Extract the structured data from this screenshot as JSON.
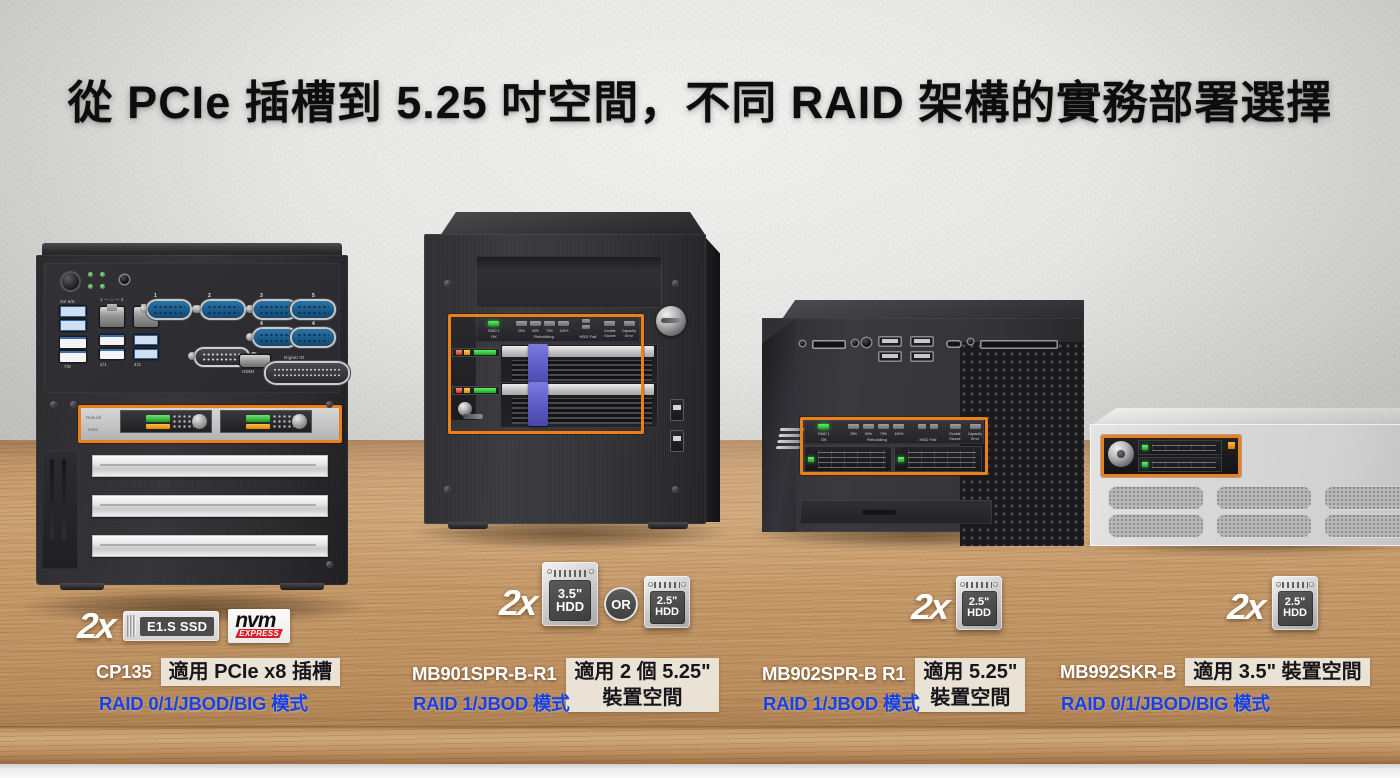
{
  "title": "從 PCIe 插槽到 5.25 吋空間，不同 RAID 架構的實務部署選擇",
  "colors": {
    "accent_orange": "#EC8018",
    "raid_blue": "#1542E6",
    "wood": "#C49A6C",
    "wall": "#E6E6E4",
    "nvme_red": "#D81F26"
  },
  "status_panel": {
    "raid_ok_top": "RAID 1",
    "raid_ok_bottom": "OK",
    "rebuild_ticks": [
      "25%",
      "50%",
      "75%",
      "100%"
    ],
    "rebuild_label": "Rebuilding",
    "hdd_fail_top": "HDD Fail",
    "double_source_l1": "Double",
    "double_source_l2": "Source",
    "capacity_error_l1": "Capacity",
    "capacity_error_l2": "Error"
  },
  "cp135_module": {
    "label_rebuild": "Rebuild",
    "label_mute": "Mute"
  },
  "ipc_ports": {
    "usb_group_1": "SS 6/5",
    "usb_group_2": "7/8",
    "usb_group_3": "2/1",
    "usb_group_4": "4/3",
    "lan_label": "1 — ⌂ — 2",
    "com_1": "1",
    "com_2": "2",
    "com_3": "3",
    "com_5": "5",
    "com_4a": "4",
    "com_4b": "4",
    "hdmi_label": "HDMI",
    "dio_label": "Digital IO"
  },
  "products": [
    {
      "id": "cp135",
      "qty": "2x",
      "drive_badge_type": "e1s-ssd",
      "e1s_label": "E1.S SSD",
      "nvme_top": "nvm",
      "nvme_bottom": "EXPRESS",
      "model": "CP135",
      "fit_chip": "適用 PCIe x8 插槽",
      "fit_chip_line2": "",
      "raid_mode": "RAID 0/1/JBOD/BIG 模式"
    },
    {
      "id": "mb901spr",
      "qty": "2x",
      "drive_badge_type": "hdd-or-hdd",
      "hdd_a_size": "3.5\"",
      "hdd_a_kind": "HDD",
      "or_label": "OR",
      "hdd_b_size": "2.5\"",
      "hdd_b_kind": "HDD",
      "model": "MB901SPR-B-R1",
      "fit_chip": "適用 2 個 5.25\"",
      "fit_chip_line2": "裝置空間",
      "raid_mode": "RAID 1/JBOD 模式"
    },
    {
      "id": "mb902spr",
      "qty": "2x",
      "drive_badge_type": "hdd",
      "hdd_a_size": "2.5\"",
      "hdd_a_kind": "HDD",
      "model": "MB902SPR-B R1",
      "fit_chip": "適用 5.25\"",
      "fit_chip_line2": "裝置空間",
      "raid_mode": "RAID 1/JBOD 模式"
    },
    {
      "id": "mb992skr",
      "qty": "2x",
      "drive_badge_type": "hdd",
      "hdd_a_size": "2.5\"",
      "hdd_a_kind": "HDD",
      "model": "MB992SKR-B",
      "fit_chip": "適用 3.5\" 裝置空間",
      "fit_chip_line2": "",
      "raid_mode": "RAID 0/1/JBOD/BIG 模式"
    }
  ]
}
